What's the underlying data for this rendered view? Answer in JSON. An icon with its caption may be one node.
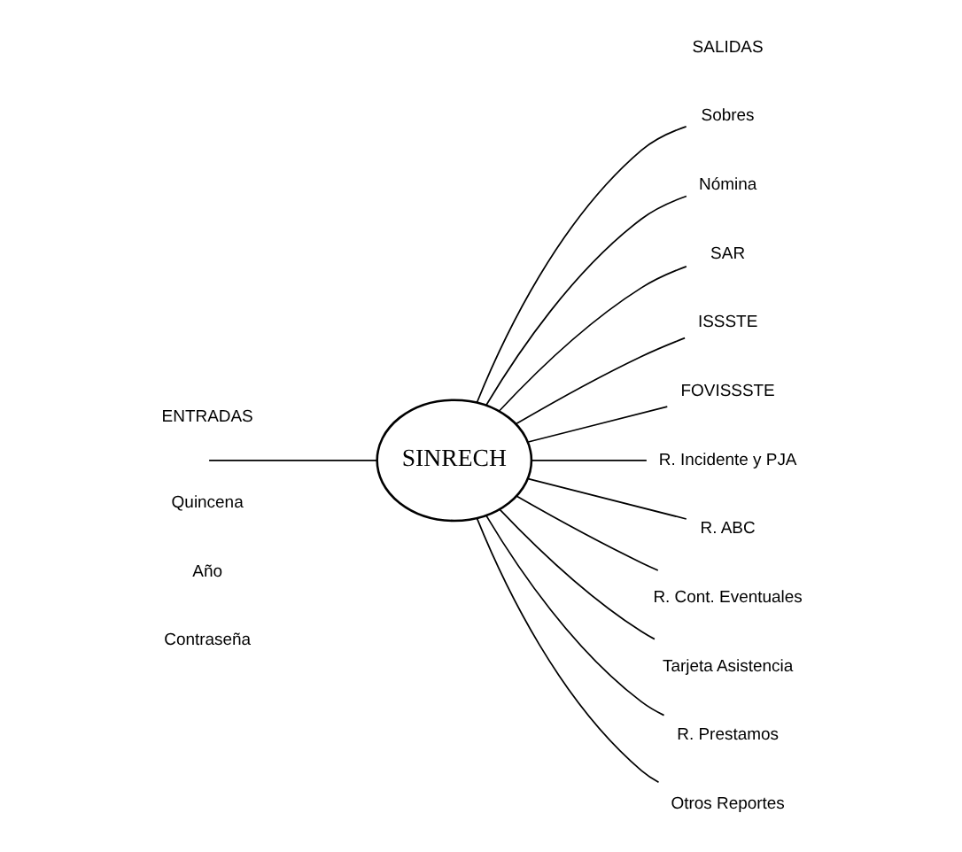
{
  "diagram": {
    "nodes": [
      {
        "text": [
          "SINRECH"
        ]
      },
      {
        "text": [
          "Sobres"
        ]
      },
      {
        "text": [
          "Nómina"
        ]
      },
      {
        "text": [
          "SAR"
        ]
      },
      {
        "text": [
          "ISSSTE"
        ]
      },
      {
        "text": [
          "FOVISSSTE"
        ]
      },
      {
        "text": [
          "R. Incidente y PJA"
        ]
      },
      {
        "text": [
          "R. ABC"
        ]
      },
      {
        "text": [
          "R. Cont. Eventuales"
        ]
      },
      {
        "text": [
          "Tarjeta Asistencia"
        ]
      },
      {
        "text": [
          "R. Prestamos"
        ]
      },
      {
        "text": [
          "Otros Reportes"
        ]
      }
    ],
    "edges": [
      {
        "from": null,
        "to": 0,
        "arrow": "none"
      },
      {
        "from": 0,
        "to": 1,
        "arrow": "none"
      },
      {
        "from": 0,
        "to": 2,
        "arrow": "none"
      },
      {
        "from": 0,
        "to": 3,
        "arrow": "none"
      },
      {
        "from": 0,
        "to": 4,
        "arrow": "none"
      },
      {
        "from": 0,
        "to": 5,
        "arrow": "none"
      },
      {
        "from": 0,
        "to": 6,
        "arrow": "none"
      },
      {
        "from": 0,
        "to": 7,
        "arrow": "none"
      },
      {
        "from": 0,
        "to": 8,
        "arrow": "none"
      },
      {
        "from": 0,
        "to": 9,
        "arrow": "none"
      },
      {
        "from": 0,
        "to": 10,
        "arrow": "none"
      },
      {
        "from": 0,
        "to": 11,
        "arrow": "none"
      }
    ],
    "labels": [
      "SALIDAS",
      "ENTRADAS",
      "Quincena",
      "Año",
      "Contraseña"
    ]
  }
}
